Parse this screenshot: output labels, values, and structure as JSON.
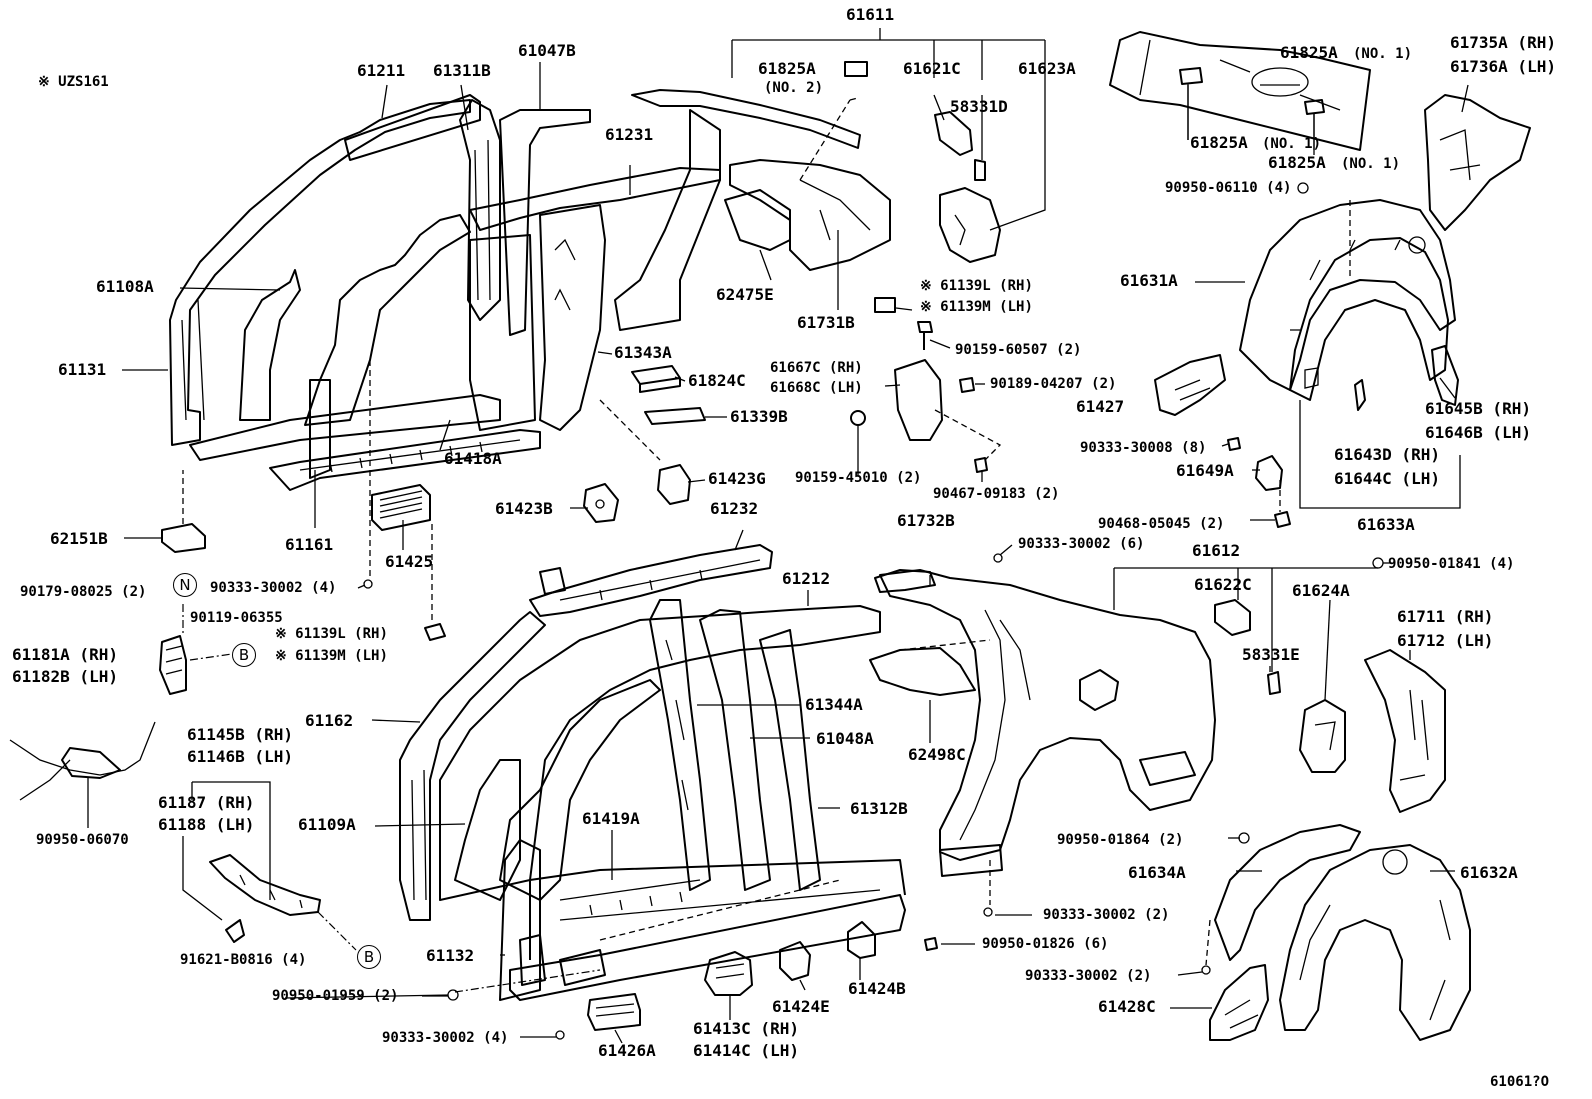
{
  "note": "※ UZS161",
  "figure_code": "61061?O",
  "callouts": {
    "61611": "61611",
    "61211": "61211",
    "61311B": "61311B",
    "61047B": "61047B",
    "61825A_no2": "61825A",
    "no2": "(NO. 2)",
    "61621C": "61621C",
    "61623A": "61623A",
    "58331D": "58331D",
    "61231": "61231",
    "61108A": "61108A",
    "62475E": "62475E",
    "61731B": "61731B",
    "61139L_1": "※ 61139L (RH)",
    "61139M_1": "※ 61139M (LH)",
    "90159_60507": "90159-60507 (2)",
    "61131": "61131",
    "61343A": "61343A",
    "61667C": "61667C (RH)",
    "61668C": "61668C (LH)",
    "61824C": "61824C",
    "90189_04207": "90189-04207 (2)",
    "61339B": "61339B",
    "90159_45010": "90159-45010 (2)",
    "90467_09183": "90467-09183 (2)",
    "61418A": "61418A",
    "61423G": "61423G",
    "61423B": "61423B",
    "62151B": "62151B",
    "61161": "61161",
    "61425": "61425",
    "90179_08025": "90179-08025 (2)",
    "90333_30002_4a": "90333-30002 (4)",
    "90119_06355": "90119-06355",
    "61139L_2": "※ 61139L (RH)",
    "61139M_2": "※ 61139M (LH)",
    "61181A": "61181A (RH)",
    "61182B": "61182B (LH)",
    "61825A_no1a": "61825A",
    "no1a": "(NO. 1)",
    "61735A": "61735A (RH)",
    "61736A": "61736A (LH)",
    "61825A_no1b": "61825A",
    "no1b": "(NO. 1)",
    "61825A_no1c": "61825A",
    "no1c": "(NO. 1)",
    "90950_06110": "90950-06110 (4)",
    "61631A": "61631A",
    "61427": "61427",
    "61645B": "61645B (RH)",
    "61646B": "61646B (LH)",
    "90333_30008": "90333-30008 (8)",
    "61643D": "61643D (RH)",
    "61644C": "61644C (LH)",
    "61649A": "61649A",
    "90468_05045": "90468-05045 (2)",
    "61633A": "61633A",
    "61232": "61232",
    "61732B": "61732B",
    "90333_30002_6": "90333-30002 (6)",
    "61612": "61612",
    "61622C": "61622C",
    "61624A": "61624A",
    "90950_01841": "90950-01841 (4)",
    "61711": "61711 (RH)",
    "61712": "61712 (LH)",
    "58331E": "58331E",
    "61212": "61212",
    "61162": "61162",
    "61344A": "61344A",
    "61048A": "61048A",
    "62498C": "62498C",
    "61145B": "61145B (RH)",
    "61146B": "61146B (LH)",
    "61187": "61187 (RH)",
    "61188": "61188 (LH)",
    "61109A": "61109A",
    "61419A": "61419A",
    "61312B": "61312B",
    "90950_06070": "90950-06070",
    "90950_01864": "90950-01864 (2)",
    "61634A": "61634A",
    "61632A": "61632A",
    "90333_30002_2a": "90333-30002 (2)",
    "90950_01826": "90950-01826 (6)",
    "90333_30002_2b": "90333-30002 (2)",
    "61132": "61132",
    "91621_B0816": "91621-B0816 (4)",
    "90950_01959": "90950-01959 (2)",
    "61424E": "61424E",
    "61424B": "61424B",
    "61428C": "61428C",
    "90333_30002_4b": "90333-30002 (4)",
    "61426A": "61426A",
    "61413C": "61413C (RH)",
    "61414C": "61414C (LH)"
  },
  "markers": {
    "n": "N",
    "b1": "B",
    "b2": "B"
  }
}
